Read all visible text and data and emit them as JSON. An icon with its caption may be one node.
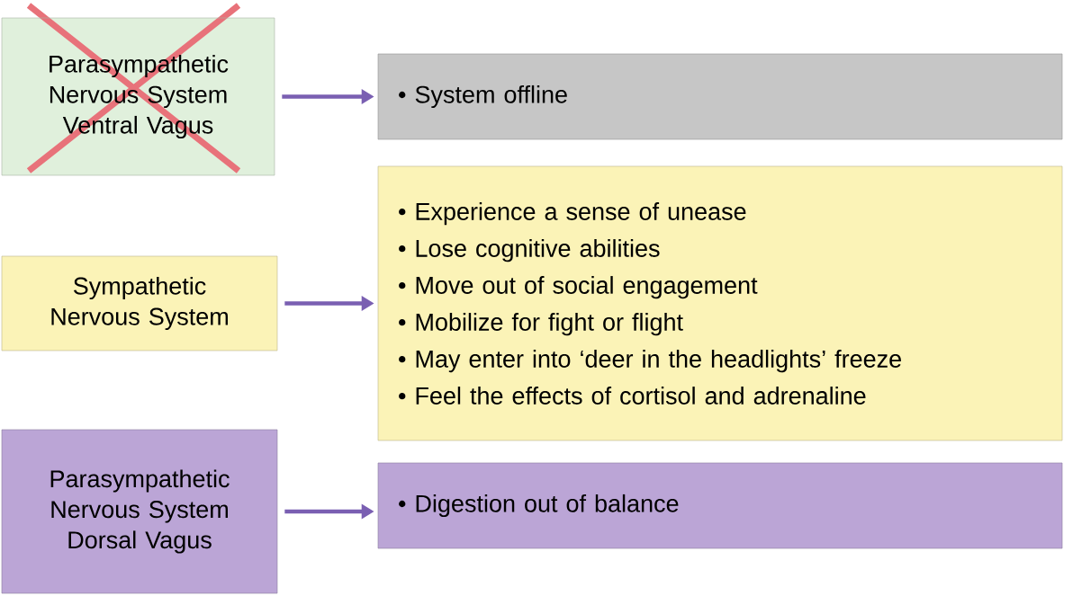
{
  "diagram": {
    "nodes": [
      {
        "text": [
          "Parasympathetic Nervous System Ventral Vagus"
        ]
      },
      {
        "text": [
          "• System offline"
        ]
      },
      {
        "text": [
          "Sympathetic Nervous System"
        ]
      },
      {
        "text": [
          "• Experience a sense of unease",
          "• Lose cognitive abilities",
          "• Move out of social engagement",
          "• Mobilize for fight or flight",
          "• May enter into ‘deer in the headlights’ freeze",
          "• Feel the effects of cortisol and adrenaline"
        ]
      },
      {
        "text": [
          "Parasympathetic Nervous System Dorsal Vagus"
        ]
      },
      {
        "text": [
          "• Digestion out of balance"
        ]
      }
    ],
    "edges": [
      {
        "from": 0,
        "to": 1,
        "arrow": "to"
      },
      {
        "from": 2,
        "to": 3,
        "arrow": "to"
      },
      {
        "from": 4,
        "to": 5,
        "arrow": "to"
      }
    ]
  }
}
